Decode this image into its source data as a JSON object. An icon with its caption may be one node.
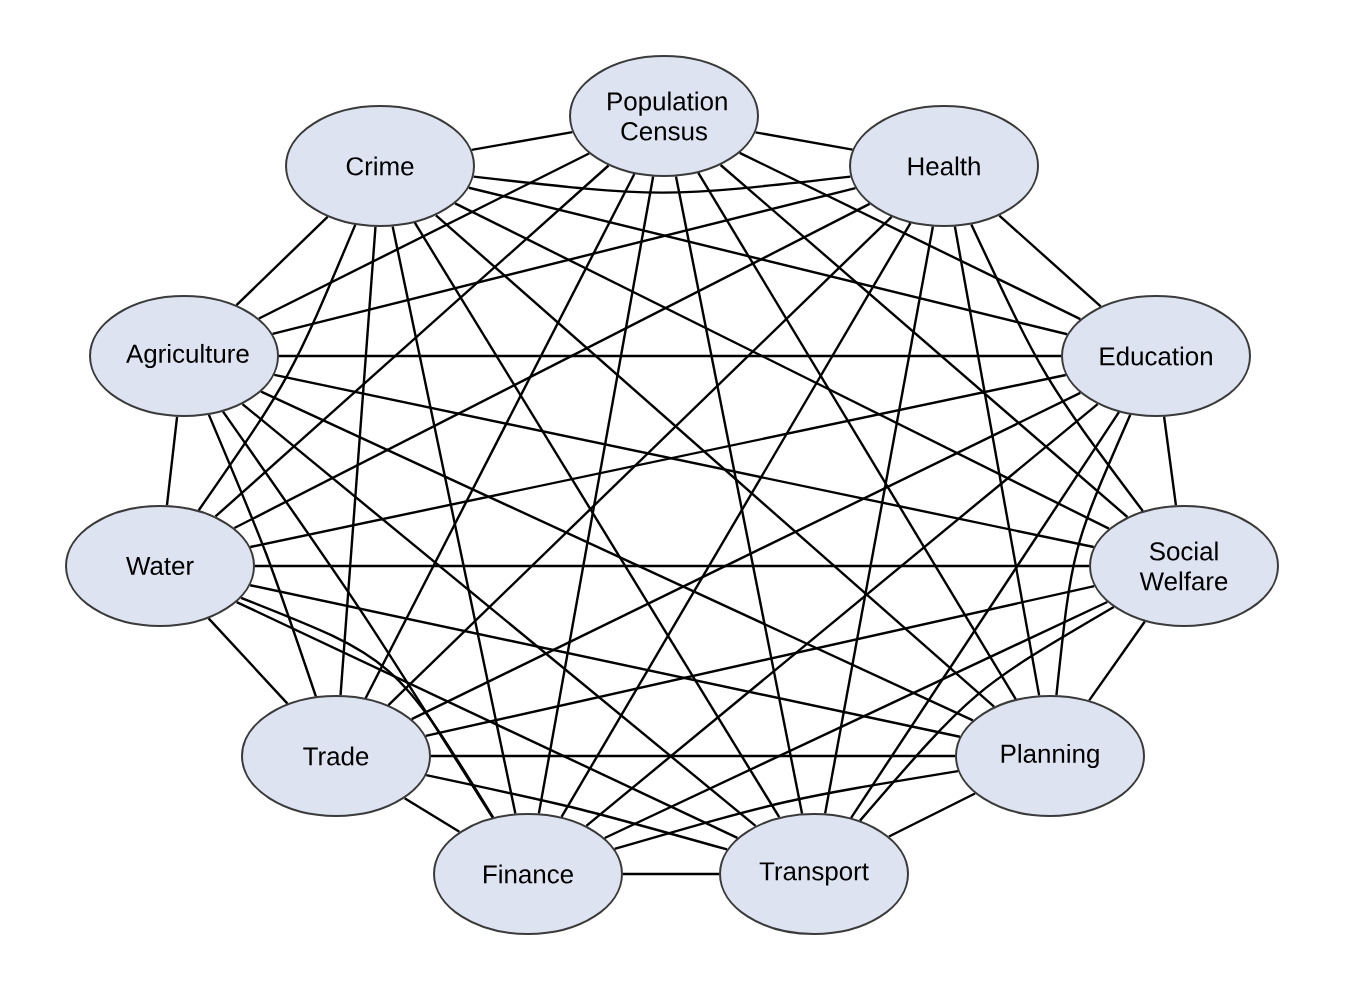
{
  "diagram": {
    "nodes": [
      {
        "text": [
          "Population Census"
        ]
      },
      {
        "text": [
          "Health"
        ]
      },
      {
        "text": [
          "Education"
        ]
      },
      {
        "text": [
          "Social Welfare"
        ]
      },
      {
        "text": [
          "Planning"
        ]
      },
      {
        "text": [
          "Transport"
        ]
      },
      {
        "text": [
          "Finance"
        ]
      },
      {
        "text": [
          "Trade"
        ]
      },
      {
        "text": [
          "Water"
        ]
      },
      {
        "text": [
          "Agriculture"
        ]
      },
      {
        "text": [
          "Crime"
        ]
      }
    ],
    "edges": [
      {
        "from": 0,
        "to": 1,
        "arrow": "none"
      },
      {
        "from": 0,
        "to": 2,
        "arrow": "none"
      },
      {
        "from": 0,
        "to": 3,
        "arrow": "none"
      },
      {
        "from": 0,
        "to": 4,
        "arrow": "none"
      },
      {
        "from": 0,
        "to": 5,
        "arrow": "none"
      },
      {
        "from": 0,
        "to": 6,
        "arrow": "none"
      },
      {
        "from": 0,
        "to": 7,
        "arrow": "none"
      },
      {
        "from": 0,
        "to": 8,
        "arrow": "none"
      },
      {
        "from": 0,
        "to": 9,
        "arrow": "none"
      },
      {
        "from": 0,
        "to": 10,
        "arrow": "none"
      },
      {
        "from": 1,
        "to": 2,
        "arrow": "none"
      },
      {
        "from": 1,
        "to": 3,
        "arrow": "none"
      },
      {
        "from": 1,
        "to": 4,
        "arrow": "none"
      },
      {
        "from": 1,
        "to": 5,
        "arrow": "none"
      },
      {
        "from": 1,
        "to": 6,
        "arrow": "none"
      },
      {
        "from": 1,
        "to": 7,
        "arrow": "none"
      },
      {
        "from": 1,
        "to": 8,
        "arrow": "none"
      },
      {
        "from": 1,
        "to": 9,
        "arrow": "none"
      },
      {
        "from": 1,
        "to": 10,
        "arrow": "none"
      },
      {
        "from": 2,
        "to": 3,
        "arrow": "none"
      },
      {
        "from": 2,
        "to": 4,
        "arrow": "none"
      },
      {
        "from": 2,
        "to": 5,
        "arrow": "none"
      },
      {
        "from": 2,
        "to": 6,
        "arrow": "none"
      },
      {
        "from": 2,
        "to": 7,
        "arrow": "none"
      },
      {
        "from": 2,
        "to": 8,
        "arrow": "none"
      },
      {
        "from": 2,
        "to": 9,
        "arrow": "none"
      },
      {
        "from": 2,
        "to": 10,
        "arrow": "none"
      },
      {
        "from": 3,
        "to": 4,
        "arrow": "none"
      },
      {
        "from": 3,
        "to": 5,
        "arrow": "none"
      },
      {
        "from": 3,
        "to": 6,
        "arrow": "none"
      },
      {
        "from": 3,
        "to": 7,
        "arrow": "none"
      },
      {
        "from": 3,
        "to": 8,
        "arrow": "none"
      },
      {
        "from": 3,
        "to": 9,
        "arrow": "none"
      },
      {
        "from": 3,
        "to": 10,
        "arrow": "none"
      },
      {
        "from": 4,
        "to": 5,
        "arrow": "none"
      },
      {
        "from": 4,
        "to": 6,
        "arrow": "none"
      },
      {
        "from": 4,
        "to": 7,
        "arrow": "none"
      },
      {
        "from": 4,
        "to": 8,
        "arrow": "none"
      },
      {
        "from": 4,
        "to": 9,
        "arrow": "none"
      },
      {
        "from": 4,
        "to": 10,
        "arrow": "none"
      },
      {
        "from": 5,
        "to": 6,
        "arrow": "none"
      },
      {
        "from": 5,
        "to": 7,
        "arrow": "none"
      },
      {
        "from": 5,
        "to": 8,
        "arrow": "none"
      },
      {
        "from": 5,
        "to": 9,
        "arrow": "none"
      },
      {
        "from": 5,
        "to": 10,
        "arrow": "none"
      },
      {
        "from": 6,
        "to": 7,
        "arrow": "none"
      },
      {
        "from": 6,
        "to": 8,
        "arrow": "none"
      },
      {
        "from": 6,
        "to": 9,
        "arrow": "none"
      },
      {
        "from": 6,
        "to": 10,
        "arrow": "none"
      },
      {
        "from": 7,
        "to": 8,
        "arrow": "none"
      },
      {
        "from": 7,
        "to": 9,
        "arrow": "none"
      },
      {
        "from": 7,
        "to": 10,
        "arrow": "none"
      },
      {
        "from": 8,
        "to": 9,
        "arrow": "none"
      },
      {
        "from": 8,
        "to": 10,
        "arrow": "none"
      },
      {
        "from": 9,
        "to": 10,
        "arrow": "none"
      }
    ]
  }
}
